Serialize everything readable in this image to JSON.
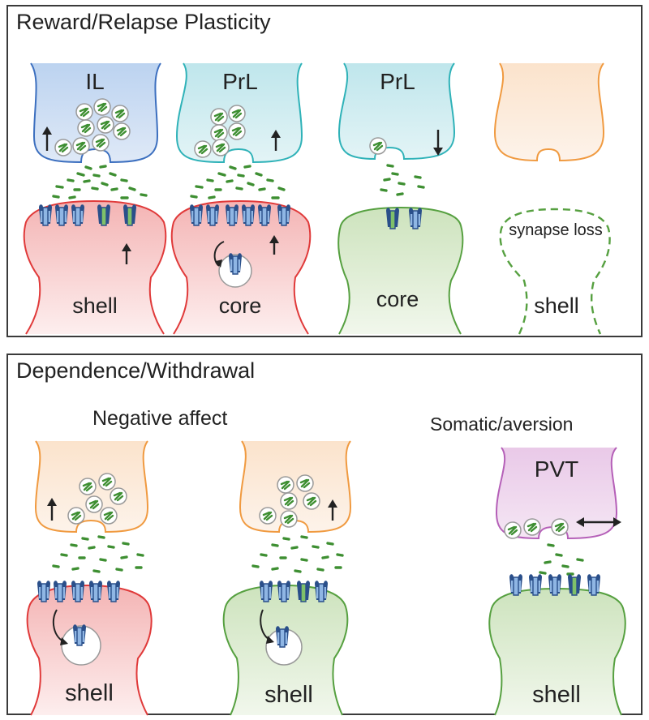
{
  "panels": {
    "top": {
      "title": "Reward/Relapse Plasticity",
      "terminals": [
        "IL",
        "PrL",
        "PrL",
        ""
      ],
      "regions": [
        "shell",
        "core",
        "core",
        "shell"
      ],
      "lost_synapse_label": "synapse loss"
    },
    "bottom": {
      "title": "Dependence/Withdrawal",
      "subtitle_left": "Negative affect",
      "subtitle_right": "Somatic/aversion",
      "terminals": [
        "",
        "",
        "PVT"
      ],
      "regions": [
        "shell",
        "shell",
        "shell"
      ]
    }
  },
  "colors": {
    "il_terminal": "#3c6fbf",
    "prl_terminal": "#2fb2b8",
    "orange_terminal": "#f09a40",
    "pvt_terminal": "#b560b8",
    "red_spine": "#e03a3a",
    "green_spine": "#56a040",
    "glutamate": "#3e8f32",
    "receptor": "#2a4f8a"
  },
  "icons": [
    "up-arrow-icon",
    "down-arrow-icon",
    "double-arrow-icon",
    "vesicle-icon",
    "receptor-icon"
  ]
}
